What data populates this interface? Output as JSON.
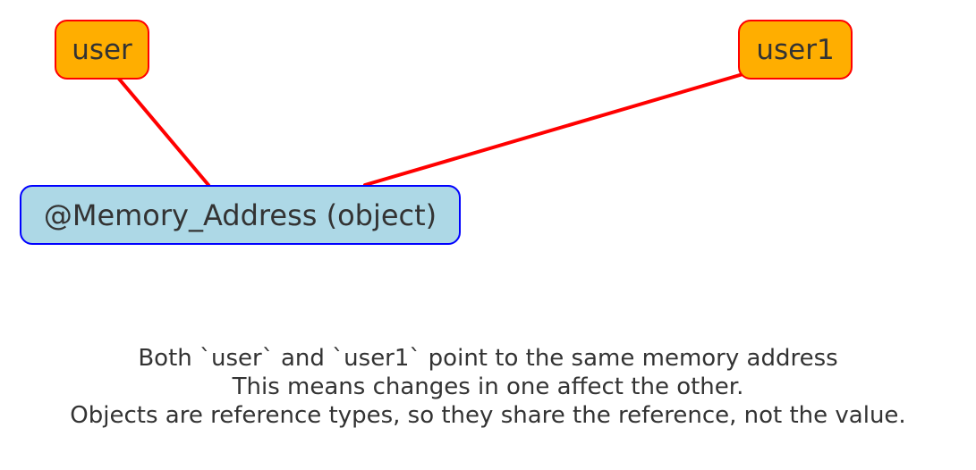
{
  "diagram": {
    "nodes": {
      "user": {
        "label": "user",
        "fill": "#FFAE00",
        "border": "#FF0000"
      },
      "user1": {
        "label": "user1",
        "fill": "#FFAE00",
        "border": "#FF0000"
      },
      "memory": {
        "label": "@Memory_Address (object)",
        "fill": "#ADD8E6",
        "border": "#0000FF"
      }
    },
    "edges": [
      {
        "from": "user",
        "to": "memory",
        "color": "#FF0000"
      },
      {
        "from": "user1",
        "to": "memory",
        "color": "#FF0000"
      }
    ],
    "caption": [
      "Both `user` and `user1` point to the same memory address",
      "This means changes in one affect the other.",
      "Objects are reference types, so they share the reference, not the value."
    ]
  }
}
